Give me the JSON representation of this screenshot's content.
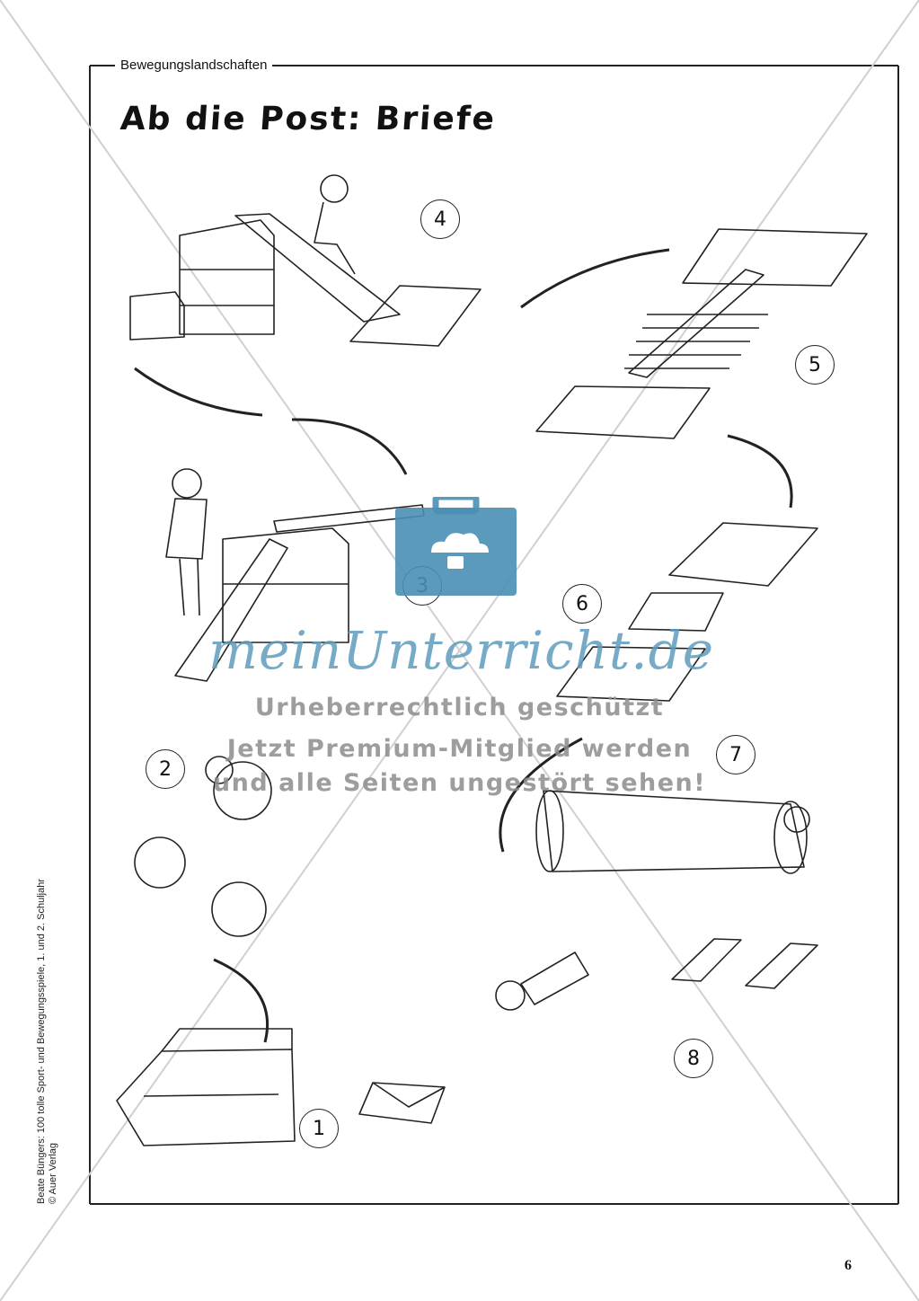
{
  "header": {
    "section": "Bewegungslandschaften"
  },
  "title": "Ab die Post: Briefe",
  "stations": [
    "1",
    "2",
    "3",
    "4",
    "5",
    "6",
    "7",
    "8"
  ],
  "credits": {
    "line1": "Beate Büngers: 100 tolle Sport- und Bewegungsspiele, 1. und 2. Schuljahr",
    "line2": "© Auer Verlag"
  },
  "page_number": "6",
  "watermark": {
    "brand": "meinUnterricht.de",
    "line1": "Urheberrechtlich geschützt",
    "line2": "Jetzt Premium-Mitglied werden",
    "line3": "und alle Seiten ungestört sehen!",
    "accent": "#4a8fb5"
  }
}
